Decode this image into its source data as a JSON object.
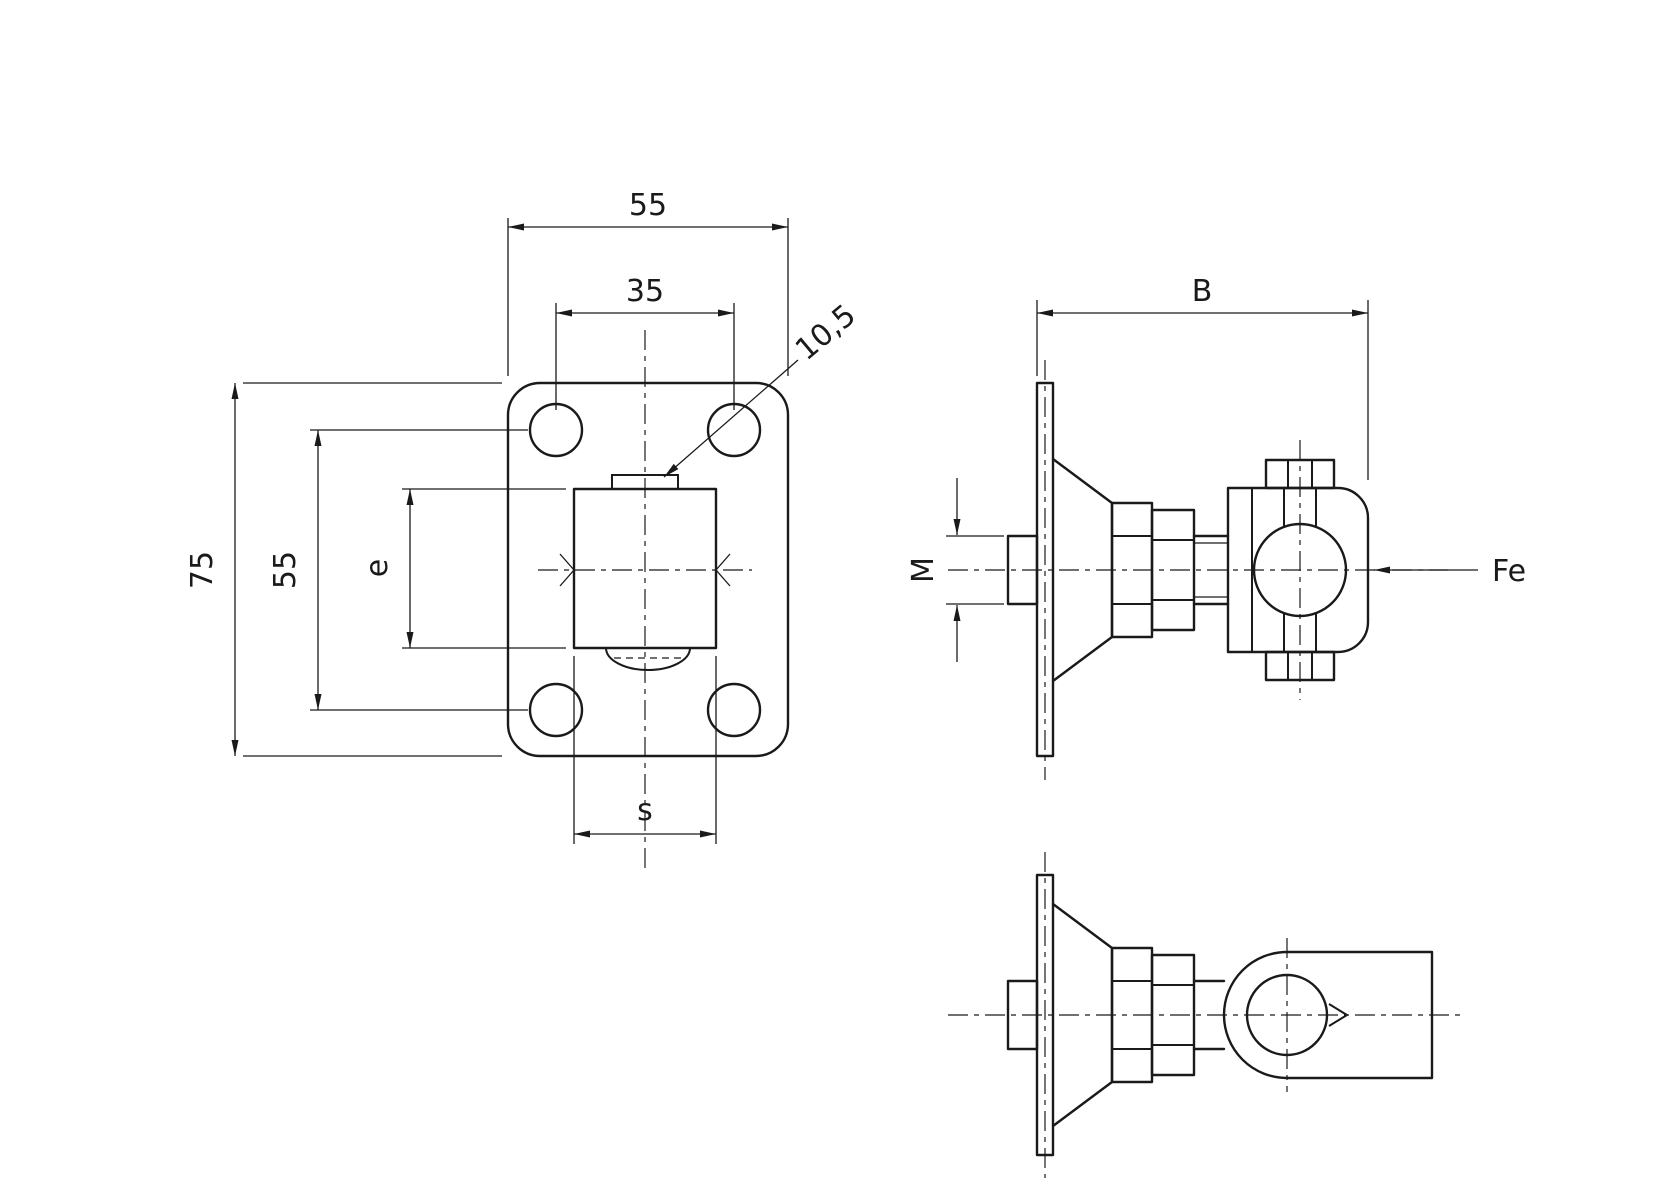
{
  "drawing": {
    "line_color": "#1a1a1a",
    "background_color": "#ffffff",
    "front_view": {
      "plate_width": "55",
      "hole_pitch_horizontal": "35",
      "hole_diameter": "10,5",
      "plate_height": "75",
      "hole_pitch_vertical": "55",
      "hinge_body_height": "e",
      "hinge_body_width": "s"
    },
    "side_view": {
      "overall_width": "B",
      "thread_size": "M",
      "material_label": "Fe"
    }
  }
}
